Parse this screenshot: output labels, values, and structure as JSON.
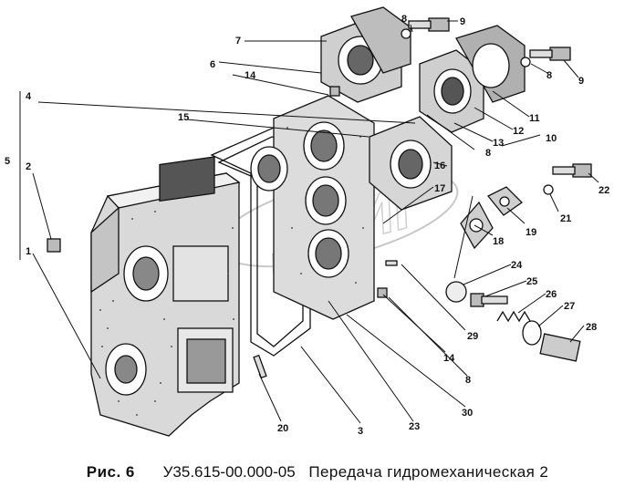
{
  "figure": {
    "label": "Рис. 6",
    "number": "У35.615-00.000-05",
    "title": "Передача гидромеханическая 2"
  },
  "watermark": "ДВИГ",
  "callouts": [
    "1",
    "2",
    "3",
    "4",
    "5",
    "6",
    "7",
    "8",
    "8",
    "8",
    "8",
    "9",
    "9",
    "10",
    "11",
    "12",
    "13",
    "14",
    "14",
    "15",
    "16",
    "17",
    "18",
    "19",
    "20",
    "21",
    "22",
    "23",
    "24",
    "25",
    "26",
    "27",
    "28",
    "29",
    "30"
  ]
}
